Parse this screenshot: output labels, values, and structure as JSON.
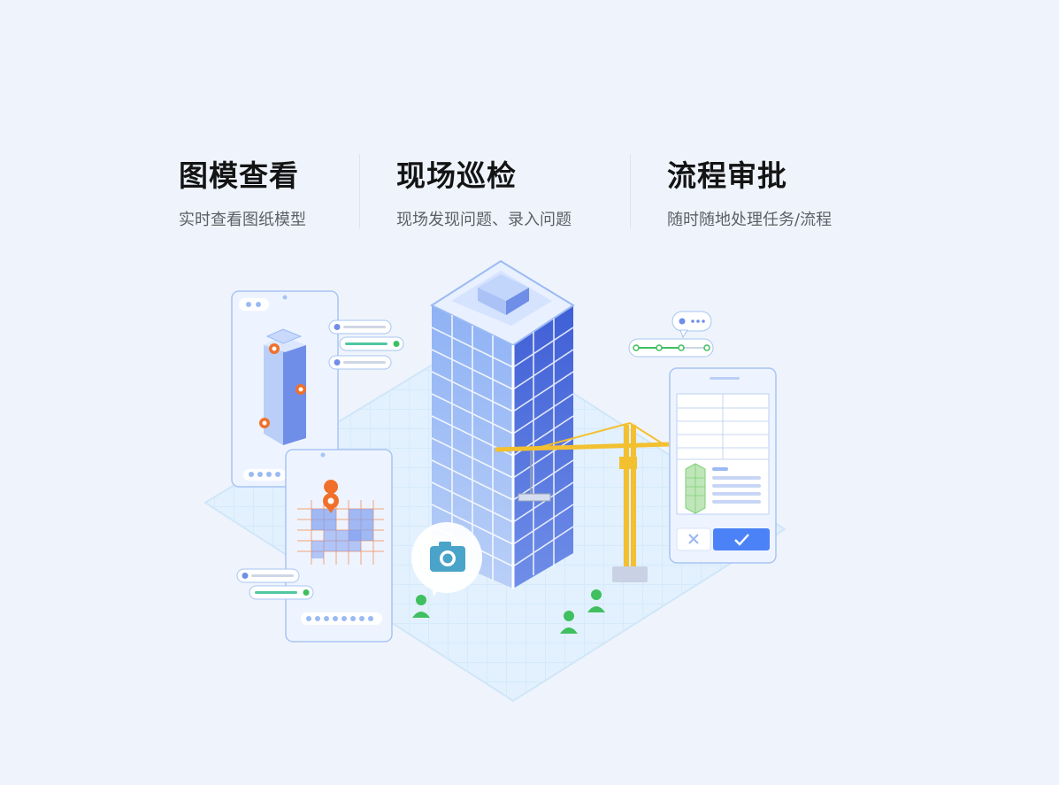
{
  "features": [
    {
      "title": "图模查看",
      "desc": "实时查看图纸模型"
    },
    {
      "title": "现场巡检",
      "desc": "现场发现问题、录入问题"
    },
    {
      "title": "流程审批",
      "desc": "随时随地处理任务/流程"
    }
  ],
  "illustration": {
    "icons": [
      "location-pin-icon",
      "user-icon",
      "camera-icon",
      "check-icon",
      "close-icon",
      "chat-bubble-icon"
    ],
    "colors": {
      "accent": "#4c82f7",
      "building": "#5b7fe8",
      "crane": "#f3c030",
      "grid": "#d6ebfb",
      "pin": "#f0702b",
      "person": "#3fbf5f",
      "camera": "#4aa3c8"
    }
  }
}
